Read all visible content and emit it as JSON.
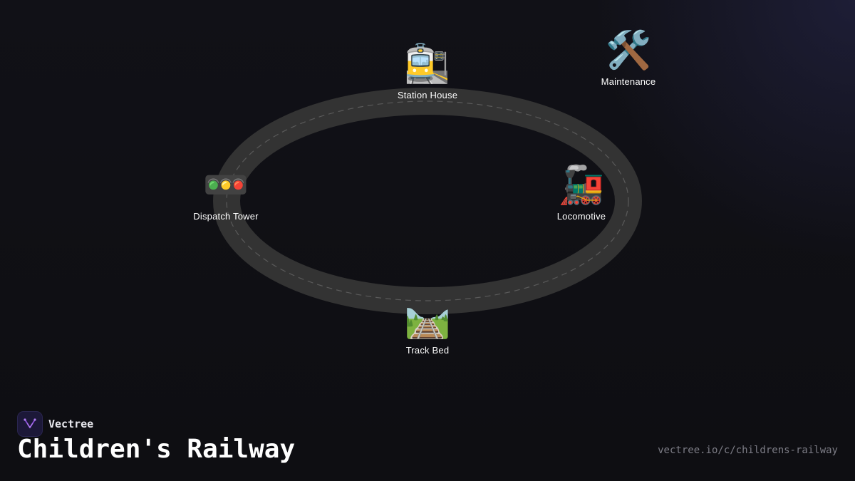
{
  "brand": {
    "name": "Vectree",
    "title": "Children's Railway",
    "url": "vectree.io/c/childrens-railway"
  },
  "colors": {
    "background": "#0f0f14",
    "track": "#333333",
    "track_dash": "#5a5a5a",
    "logo_bg": "#1c1838",
    "logo_accent": "#8a4fd8"
  },
  "nodes": [
    {
      "id": "station-house",
      "label": "Station House",
      "icon": "station-icon",
      "glyph": "🚉"
    },
    {
      "id": "maintenance",
      "label": "Maintenance",
      "icon": "hammer-wrench-icon",
      "glyph": "🛠️"
    },
    {
      "id": "dispatch-tower",
      "label": "Dispatch Tower",
      "icon": "traffic-light-icon",
      "glyph": "🚥"
    },
    {
      "id": "locomotive",
      "label": "Locomotive",
      "icon": "locomotive-icon",
      "glyph": "🚂"
    },
    {
      "id": "track-bed",
      "label": "Track Bed",
      "icon": "railway-track-icon",
      "glyph": "🛤️"
    }
  ]
}
